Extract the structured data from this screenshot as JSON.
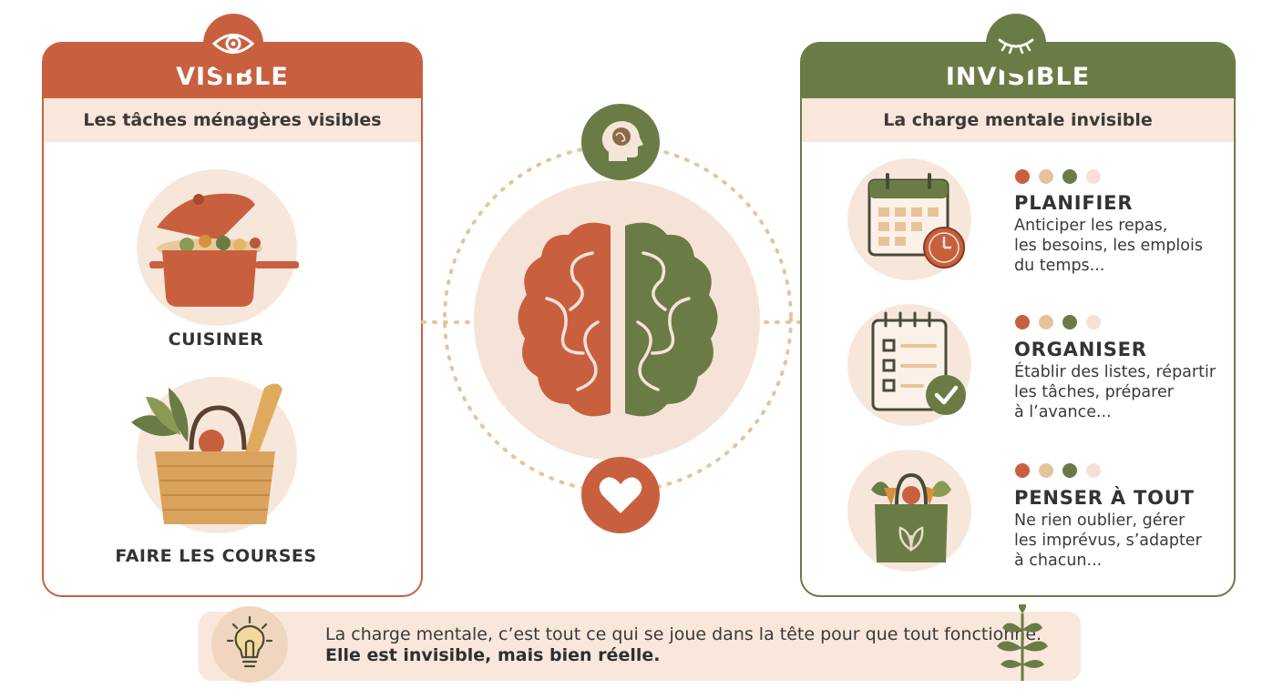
{
  "left_panel": {
    "title": "VISIBLE",
    "subtitle": "Les tâches ménagères visibles",
    "items": [
      {
        "label": "CUISINER",
        "icon": "cooking-pot-icon"
      },
      {
        "label": "FAIRE LES COURSES",
        "icon": "grocery-basket-icon"
      }
    ],
    "badge_icon": "eye-icon"
  },
  "right_panel": {
    "title": "INVISIBLE",
    "subtitle": "La charge mentale invisible",
    "badge_icon": "closed-eye-icon",
    "tasks": [
      {
        "title": "PLANIFIER",
        "desc_lines": [
          "Anticiper les repas,",
          "les besoins, les emplois",
          "du temps..."
        ],
        "icon": "calendar-clock-icon"
      },
      {
        "title": "ORGANISER",
        "desc_lines": [
          "Établir des listes, répartir",
          "les tâches, préparer",
          "à l’avance..."
        ],
        "icon": "checklist-icon"
      },
      {
        "title": "PENSER À TOUT",
        "desc_lines": [
          "Ne rien oublier, gérer",
          "les imprévus, s’adapter",
          "à chacun..."
        ],
        "icon": "shopping-bag-icon"
      }
    ]
  },
  "center": {
    "icons": [
      "head-thought-icon",
      "brain-icon",
      "heart-icon"
    ]
  },
  "banner": {
    "line1": "La charge mentale, c’est tout ce qui se joue dans la tête pour que tout fonctionne.",
    "line2": "Elle est invisible, mais bien réelle.",
    "icons": [
      "lightbulb-icon",
      "plant-sprout-icon"
    ]
  },
  "colors": {
    "terracotta": "#c8603f",
    "olive": "#6b7b45",
    "cream": "#f8e7da",
    "sand": "#e6c49a",
    "blush": "#f6e0d6"
  }
}
